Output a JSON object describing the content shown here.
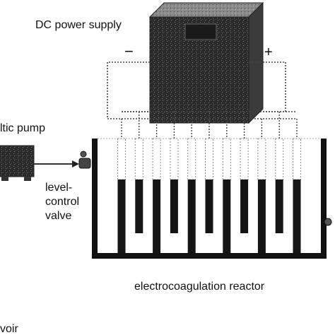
{
  "labels": {
    "power_supply": "DC power supply",
    "minus": "−",
    "plus": "+",
    "pump": "ltic pump",
    "valve_line1": "level-",
    "valve_line2": "control",
    "valve_line3": "valve",
    "reactor": "electrocoagulation reactor",
    "reservoir": "voir"
  },
  "electrode_count": 11
}
